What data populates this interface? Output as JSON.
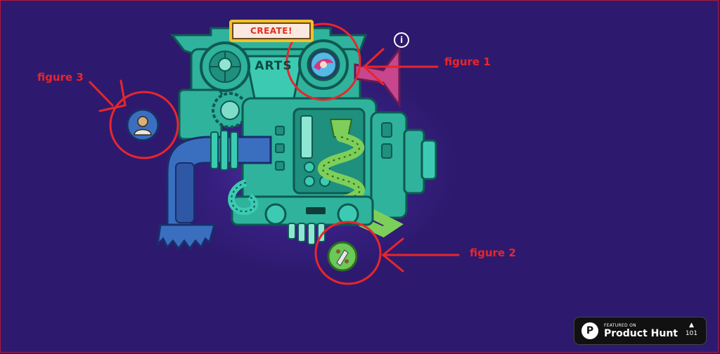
{
  "machine": {
    "create_button": "CREATE!",
    "arts_label": "ARTS",
    "info_icon": "i"
  },
  "annotations": {
    "figure_1": "figure 1",
    "figure_2": "figure 2",
    "figure_3": "figure 3"
  },
  "product_hunt": {
    "logo": "P",
    "featured_on": "FEATURED ON",
    "name": "Product Hunt",
    "arrow": "▲",
    "upvotes": "101"
  },
  "colors": {
    "background": "#2d1a6e",
    "machine_teal": "#2fb39c",
    "machine_dark": "#0e5a52",
    "annotation_red": "#e8262b",
    "create_border": "#f2c12a"
  }
}
